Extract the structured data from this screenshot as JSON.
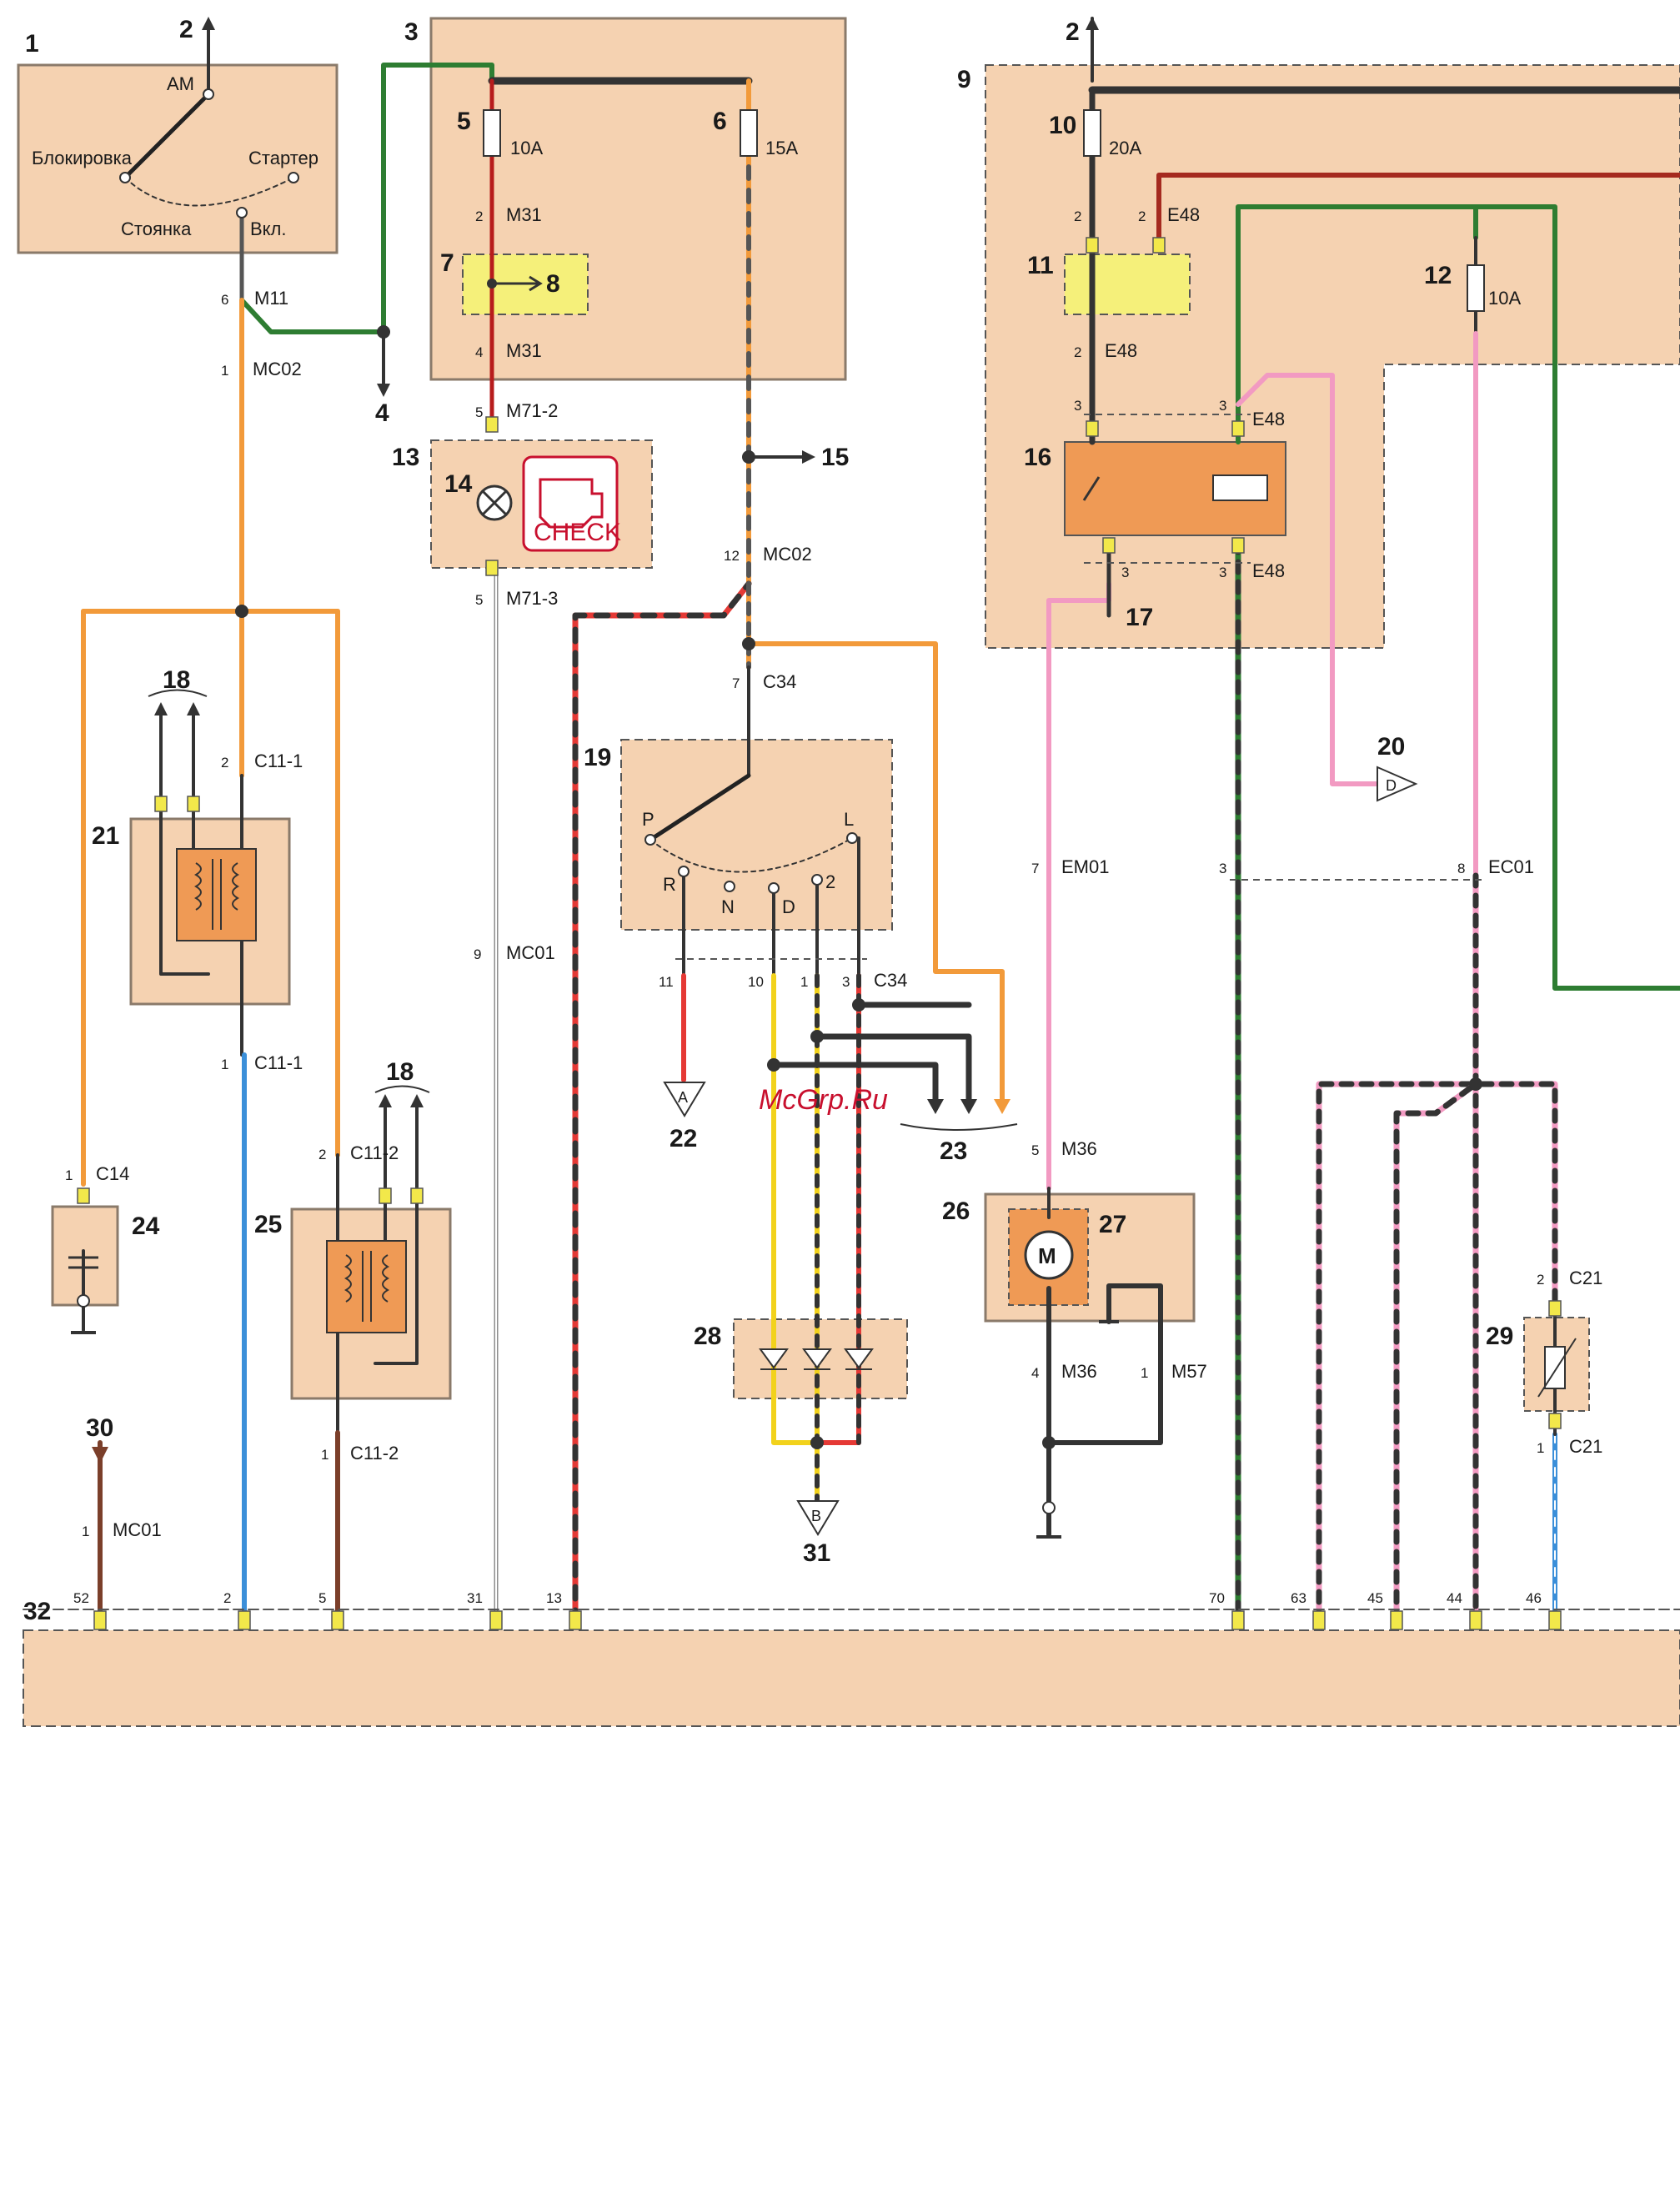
{
  "watermark": "McGrp.Ru",
  "components": {
    "c1": "1",
    "c2a": "2",
    "c2b": "2",
    "c3": "3",
    "c4": "4",
    "c5": "5",
    "c6": "6",
    "c7": "7",
    "c8": "8",
    "c9": "9",
    "c10": "10",
    "c11": "11",
    "c12": "12",
    "c13": "13",
    "c14": "14",
    "c15": "15",
    "c16": "16",
    "c17": "17",
    "c18a": "18",
    "c18b": "18",
    "c19": "19",
    "c20": "20",
    "c21": "21",
    "c22": "22",
    "c23": "23",
    "c24": "24",
    "c25": "25",
    "c26": "26",
    "c27": "27",
    "c28": "28",
    "c29": "29",
    "c30": "30",
    "c31": "31",
    "c32": "32"
  },
  "ignition_switch": {
    "am": "AM",
    "lock": "Блокировка",
    "starter": "Стартер",
    "parking": "Стоянка",
    "on": "Вкл."
  },
  "fuses": {
    "f5": "10A",
    "f6": "15A",
    "f10": "20A",
    "f12": "10A"
  },
  "selector": {
    "p": "P",
    "r": "R",
    "n": "N",
    "d": "D",
    "two": "2",
    "l": "L"
  },
  "symbols": {
    "check": "CHECK",
    "motor": "M",
    "ground_a": "A",
    "ground_b": "B",
    "ground_d": "D"
  },
  "connectors": {
    "m31_top": "M31",
    "m31_bot": "M31",
    "m11": "M11",
    "mc02_a": "MC02",
    "m71_2": "M71-2",
    "m71_3": "M71-3",
    "mc02_b": "MC02",
    "c34_a": "C34",
    "c34_b": "C34",
    "c11_1a": "C11-1",
    "c11_1b": "C11-1",
    "c11_2a": "C11-2",
    "c11_2b": "C11-2",
    "c14": "C14",
    "mc01_a": "MC01",
    "mc01_b": "MC01",
    "e48_a": "E48",
    "e48_b": "E48",
    "e48_c": "E48",
    "e48_d": "E48",
    "em01": "EM01",
    "ec01": "EC01",
    "m36_a": "M36",
    "m36_b": "M36",
    "m57": "M57",
    "c21_a": "C21",
    "c21_b": "C21"
  },
  "pins": {
    "p_m31_2": "2",
    "p_m31_4": "4",
    "p_m11": "6",
    "p_mc02": "1",
    "p_m71_5a": "5",
    "p_m71_5b": "5",
    "p_mc02_12": "12",
    "p_c34_7": "7",
    "p_c11_1_2": "2",
    "p_c11_1_1": "1",
    "p_c11_2_2": "2",
    "p_c11_2_1": "1",
    "p_c14": "1",
    "p_mc01_9": "9",
    "p_mc01_1": "1",
    "p_c34_11": "11",
    "p_c34_10": "10",
    "p_c34_1": "1",
    "p_c34_3": "3",
    "p_e48_2a": "2",
    "p_e48_2b": "2",
    "p_e48_2c": "2",
    "p_e48_3a": "3",
    "p_e48_3b": "3",
    "p_e48_3c": "3",
    "p_e48_3d": "3",
    "p_em01": "7",
    "p_ec01_3": "3",
    "p_ec01_8": "8",
    "p_m36_5": "5",
    "p_m36_4": "4",
    "p_m57": "1",
    "p_c21_2": "2",
    "p_c21_1": "1",
    "b52": "52",
    "b2": "2",
    "b5": "5",
    "b31": "31",
    "b13": "13",
    "b70": "70",
    "b63": "63",
    "b45": "45",
    "b44": "44",
    "b46": "46"
  }
}
